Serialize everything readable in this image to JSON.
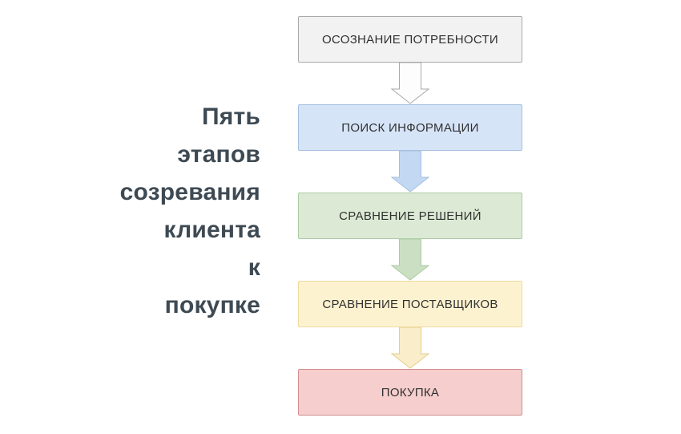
{
  "title": {
    "text": "Пять этапов созревания клиента к покупке",
    "lines": [
      "Пять",
      "этапов",
      "созревания",
      "клиента",
      "к",
      "покупке"
    ],
    "color": "#3e4a53"
  },
  "flow": {
    "label_color": "#303030",
    "stages": [
      {
        "label": "ОСОЗНАНИЕ ПОТРЕБНОСТИ",
        "colors": {
          "fill": "#f2f2f2",
          "border": "#a9a9a9",
          "arrow_fill": "#fdfdfd",
          "arrow_border": "#a9a9a9"
        }
      },
      {
        "label": "ПОИСК ИНФОРМАЦИИ",
        "colors": {
          "fill": "#d6e4f8",
          "border": "#a7bfdf",
          "arrow_fill": "#c3d8f2",
          "arrow_border": "#a7bfdf"
        }
      },
      {
        "label": "СРАВНЕНИЕ РЕШЕНИЙ",
        "colors": {
          "fill": "#dcead5",
          "border": "#abcba1",
          "arrow_fill": "#cbe0c2",
          "arrow_border": "#abcba1"
        }
      },
      {
        "label": "СРАВНЕНИЕ ПОСТАВЩИКОВ",
        "colors": {
          "fill": "#fdf2d0",
          "border": "#eeda9e",
          "arrow_fill": "#f9eec9",
          "arrow_border": "#e5cd8c"
        }
      },
      {
        "label": "ПОКУПКА",
        "colors": {
          "fill": "#f5cecd",
          "border": "#d18f8e"
        }
      }
    ]
  }
}
